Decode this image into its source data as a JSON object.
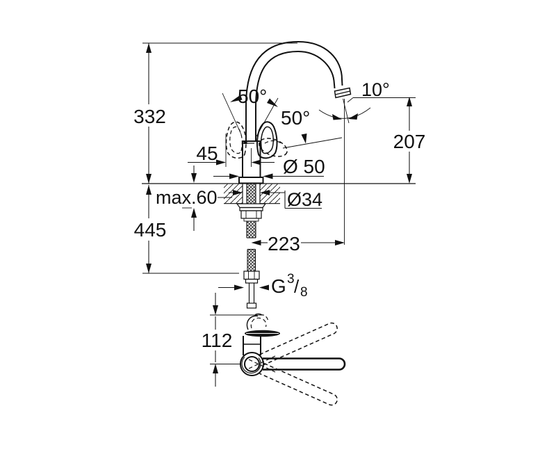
{
  "drawing": {
    "type": "technical-dimension-drawing",
    "subject": "single-lever kitchen mixer tap with high C-spout, front elevation and top view",
    "colors": {
      "line": "#111111",
      "background": "#ffffff"
    },
    "views": {
      "front": "elevation with mounting section",
      "top": "plan view with swivel positions"
    }
  },
  "labels": {
    "total_height": "332",
    "below_deck_depth": "445",
    "handle_clearance": "45",
    "max_deck_thickness": "max.60",
    "base_diameter": "Ø 50",
    "hole_diameter": "Ø34",
    "spout_reach": "223",
    "outlet_height": "207",
    "top_view_depth": "112",
    "handle_swing_angle": "50°",
    "lever_lift_angle": "50°",
    "outlet_angle": "10°",
    "thread": {
      "prefix": "G",
      "numerator": "3",
      "slash": "/",
      "denominator": "8"
    }
  }
}
